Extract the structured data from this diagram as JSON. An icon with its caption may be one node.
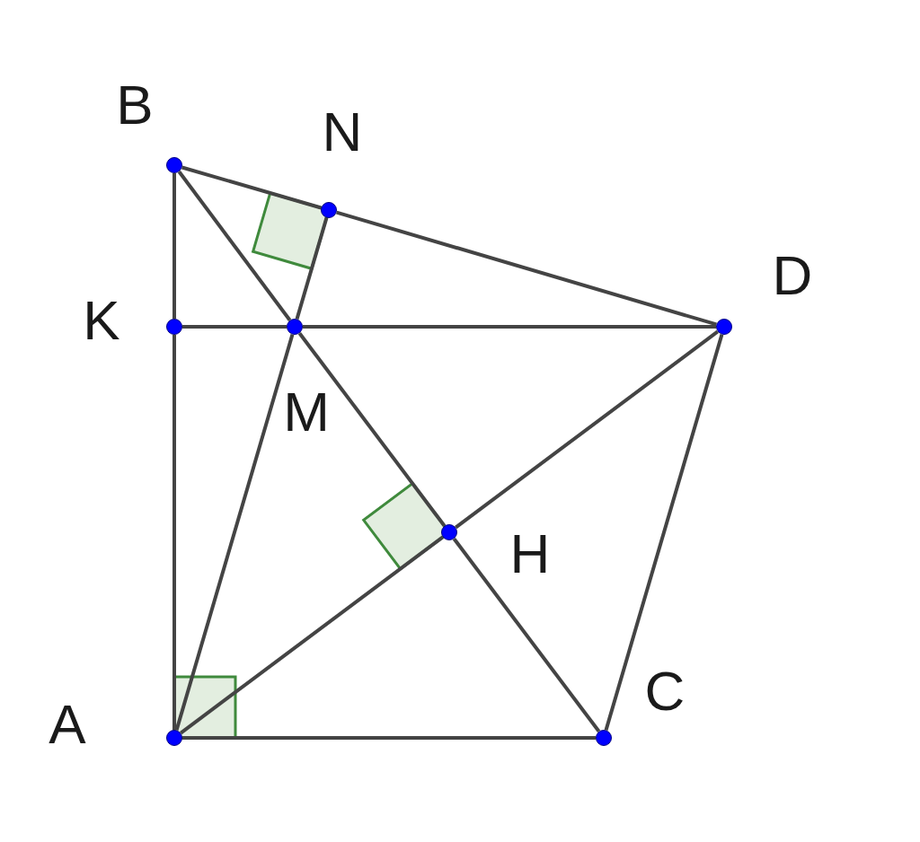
{
  "diagram": {
    "nodes": [
      {
        "text": [],
        "shape": "circle",
        "beside": [
          "B"
        ]
      },
      {
        "text": [],
        "shape": "circle",
        "beside": [
          "N"
        ]
      },
      {
        "text": [],
        "shape": "circle",
        "beside": [
          "K"
        ]
      },
      {
        "text": [],
        "shape": "circle",
        "beside": [
          "M"
        ]
      },
      {
        "text": [],
        "shape": "circle",
        "beside": [
          "D"
        ]
      },
      {
        "text": [],
        "shape": "circle",
        "beside": [
          "H"
        ]
      },
      {
        "text": [],
        "shape": "circle",
        "beside": [
          "A"
        ]
      },
      {
        "text": [],
        "shape": "circle",
        "beside": [
          "C"
        ]
      }
    ],
    "edges": [
      {
        "from": 0,
        "to": 2,
        "arrow": "none"
      },
      {
        "from": 2,
        "to": 6,
        "arrow": "none"
      },
      {
        "from": 0,
        "to": 1,
        "arrow": "none"
      },
      {
        "from": 1,
        "to": 4,
        "arrow": "none"
      },
      {
        "from": 2,
        "to": 3,
        "arrow": "none"
      },
      {
        "from": 3,
        "to": 4,
        "arrow": "none"
      },
      {
        "from": 0,
        "to": 3,
        "arrow": "none"
      },
      {
        "from": 3,
        "to": 5,
        "arrow": "none"
      },
      {
        "from": 5,
        "to": 7,
        "arrow": "none"
      },
      {
        "from": 1,
        "to": 3,
        "arrow": "none"
      },
      {
        "from": 3,
        "to": 6,
        "arrow": "none"
      },
      {
        "from": 6,
        "to": 5,
        "arrow": "none"
      },
      {
        "from": 5,
        "to": 4,
        "arrow": "none"
      },
      {
        "from": 4,
        "to": 7,
        "arrow": "none"
      },
      {
        "from": 6,
        "to": 7,
        "arrow": "none"
      }
    ]
  }
}
